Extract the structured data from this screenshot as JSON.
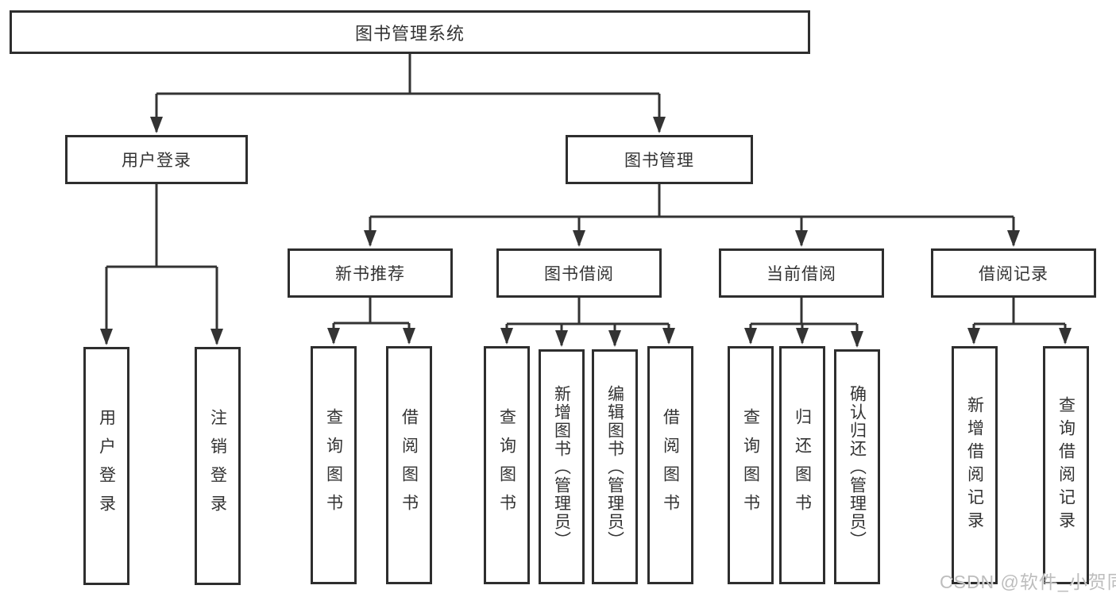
{
  "diagram": {
    "root": {
      "label": "图书管理系统"
    },
    "branches": [
      {
        "label": "用户登录",
        "children": [
          "用户登录",
          "注销登录"
        ]
      },
      {
        "label": "图书管理",
        "children": [
          {
            "label": "新书推荐",
            "children": [
              "查询图书",
              "借阅图书"
            ]
          },
          {
            "label": "图书借阅",
            "children": [
              "查询图书",
              "新增图书（管理员）",
              "编辑图书（管理员）",
              "借阅图书"
            ]
          },
          {
            "label": "当前借阅",
            "children": [
              "查询图书",
              "归还图书",
              "确认归还（管理员）"
            ]
          },
          {
            "label": "借阅记录",
            "children": [
              "新增借阅记录",
              "查询借阅记录"
            ]
          }
        ]
      }
    ]
  },
  "watermark": "CSDN @软件_小贺同学",
  "colors": {
    "line": "#333333",
    "box_border": "#2e2e2e",
    "text": "#333333",
    "watermark": "#b9b9b9",
    "background": "#ffffff"
  }
}
